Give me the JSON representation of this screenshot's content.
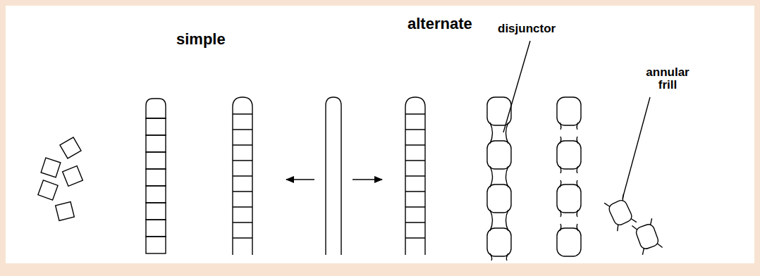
{
  "diagram": {
    "labels": [
      "simple",
      "alternate",
      "disjunctor",
      "annular frill"
    ]
  }
}
